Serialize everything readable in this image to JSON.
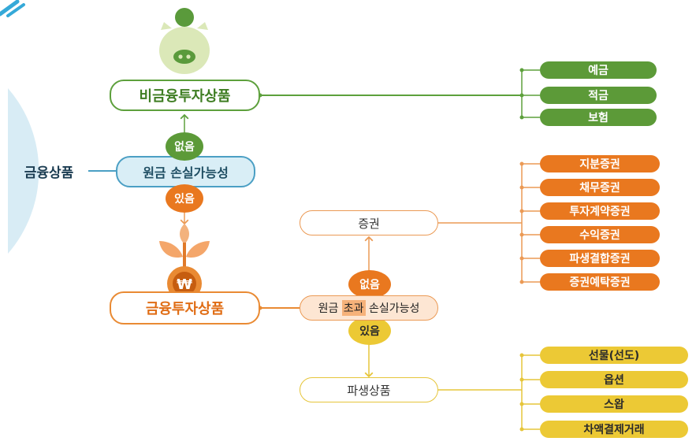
{
  "root": {
    "label": "금융상품"
  },
  "non_financial": {
    "label": "비금융투자상품",
    "items": [
      "예금",
      "적금",
      "보험"
    ]
  },
  "principal_loss": {
    "label": "원금 손실가능성",
    "no_label": "없음",
    "yes_label": "있음"
  },
  "financial": {
    "label": "금융투자상품"
  },
  "excess_loss": {
    "label_prefix": "원금 ",
    "label_highlight": "초과",
    "label_suffix": " 손실가능성",
    "no_label": "없음",
    "yes_label": "있음"
  },
  "securities": {
    "label": "증권",
    "items": [
      "지분증권",
      "채무증권",
      "투자계약증권",
      "수익증권",
      "파생결합증권",
      "증권예탁증권"
    ]
  },
  "derivatives": {
    "label": "파생상품",
    "items": [
      "선물(선도)",
      "옵션",
      "스왑",
      "차액결제거래"
    ]
  },
  "icons": {
    "coin_symbol": "₩"
  },
  "colors": {
    "green": "#5c9a38",
    "orange": "#e9781f",
    "yellow": "#ecc935",
    "teal": "#4b9fc4"
  }
}
